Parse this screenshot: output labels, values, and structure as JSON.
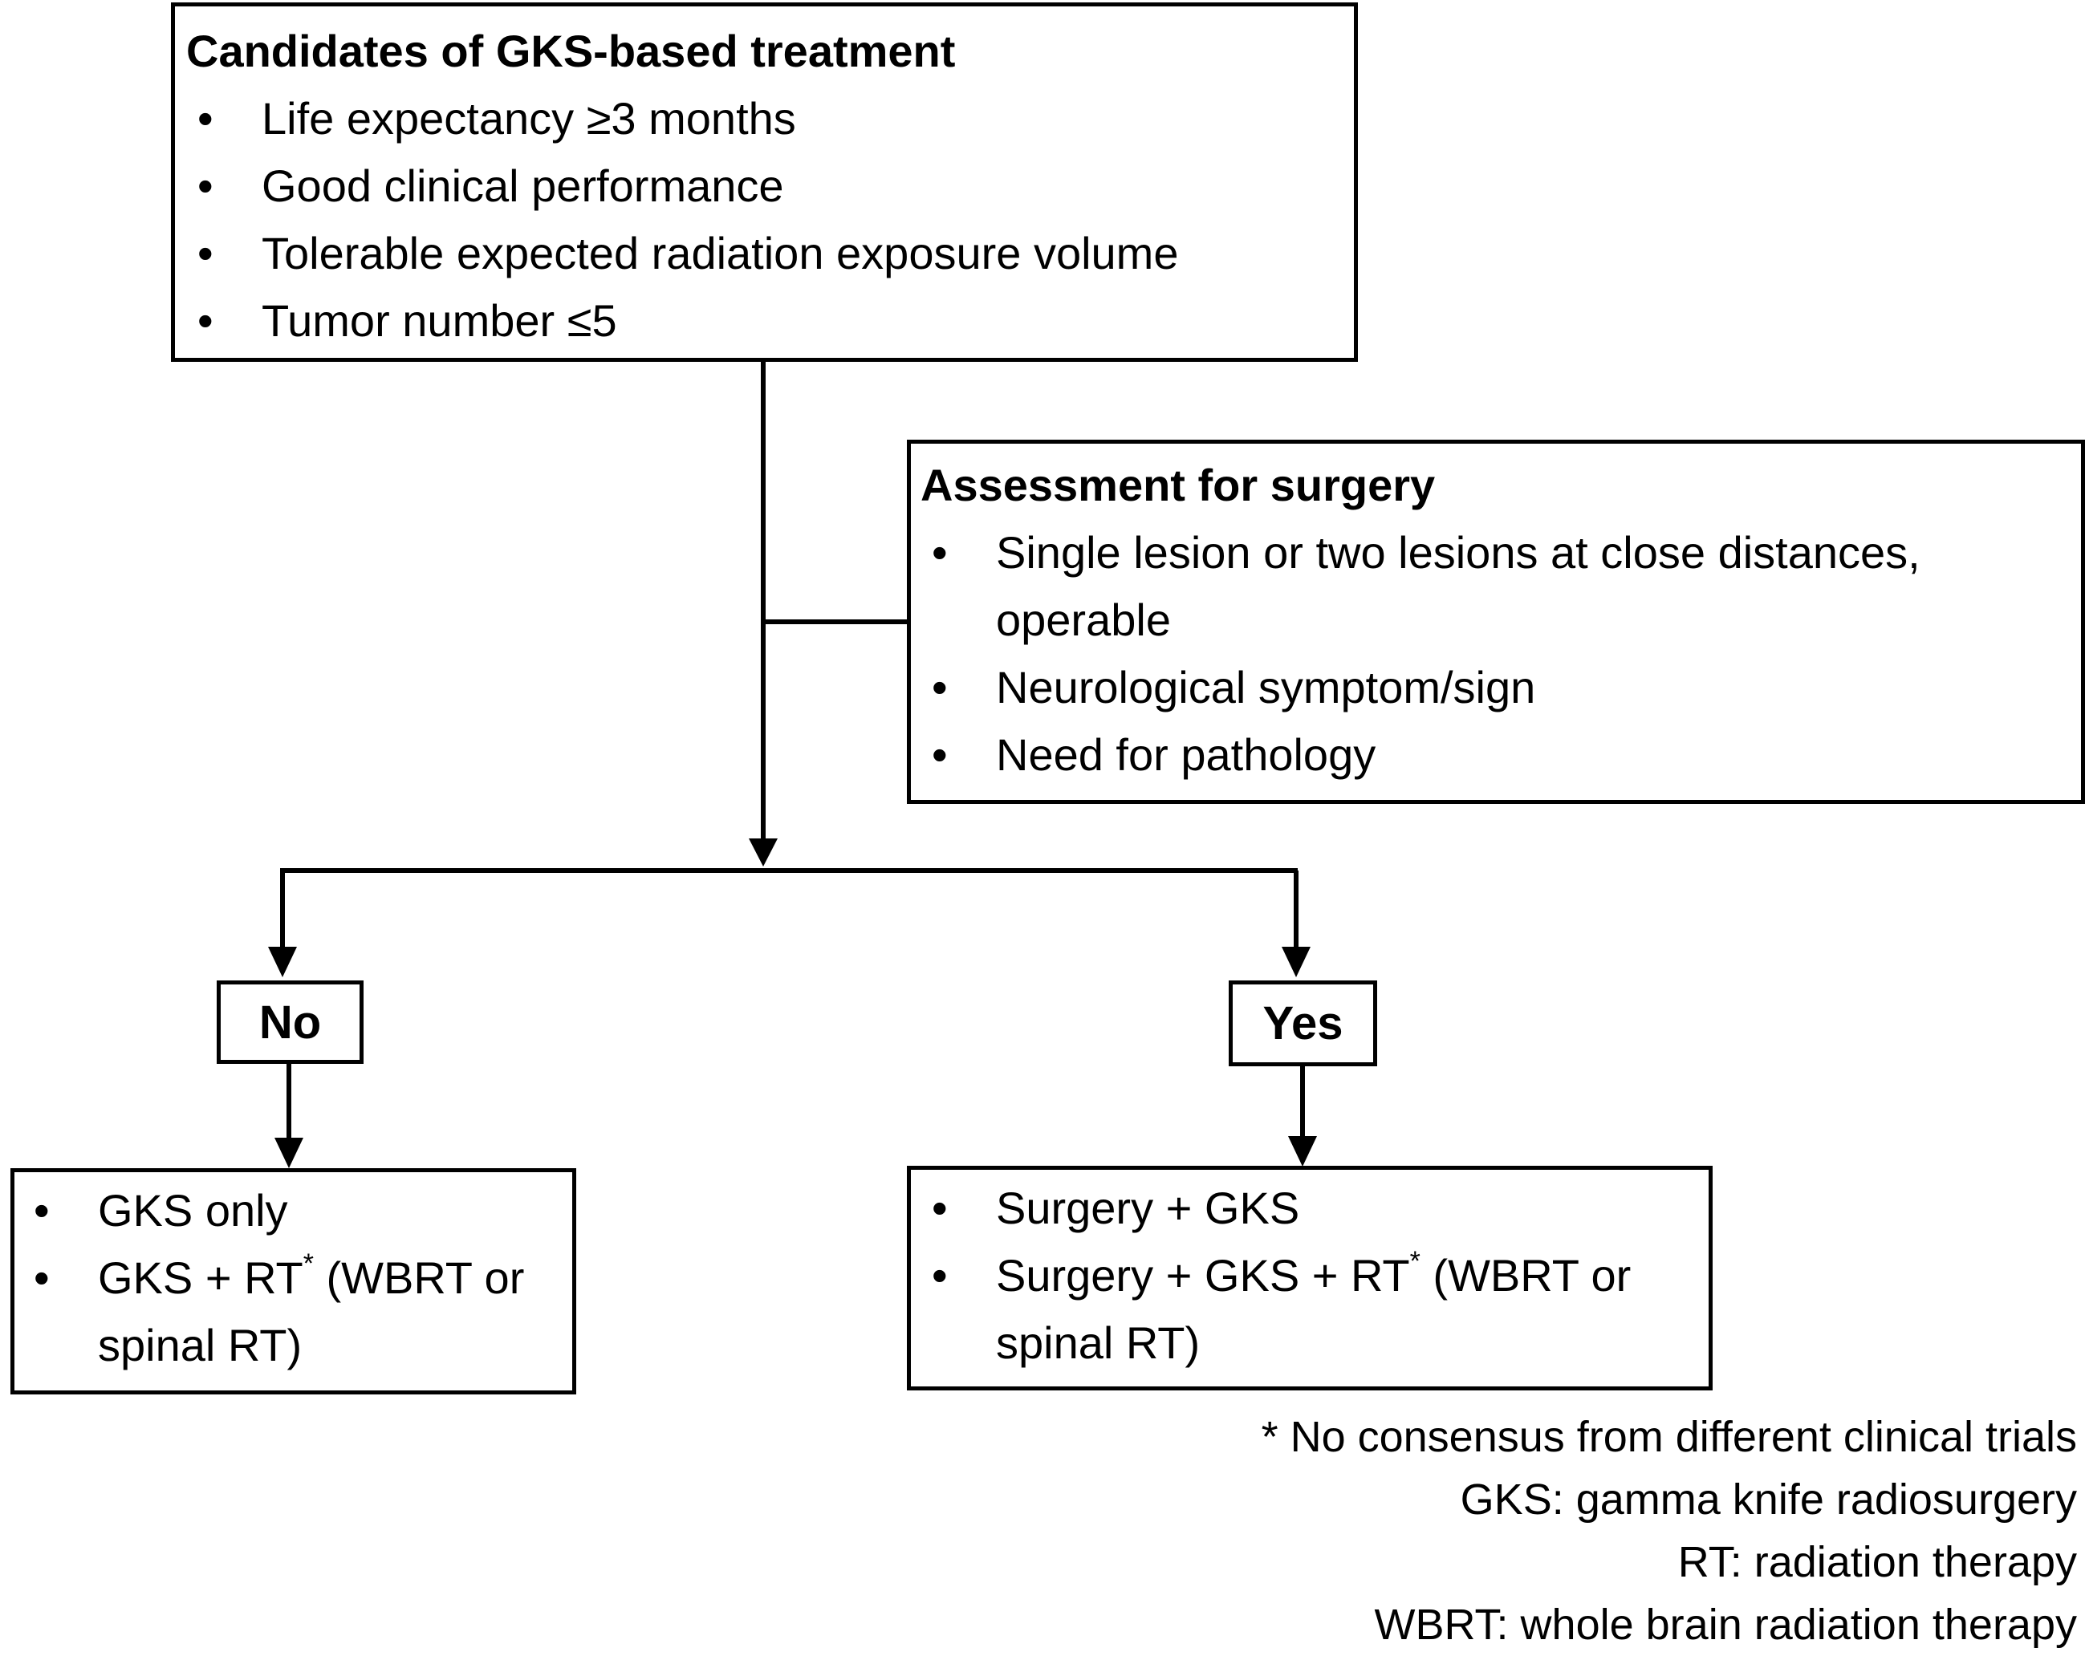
{
  "candidates": {
    "title": "Candidates of GKS-based treatment",
    "items": [
      "Life expectancy ≥3 months",
      "Good clinical performance",
      "Tolerable expected radiation exposure volume",
      "Tumor number ≤5"
    ]
  },
  "assessment": {
    "title": "Assessment for surgery",
    "items": [
      "Single lesion or two lesions at close distances,",
      "operable",
      "Neurological symptom/sign",
      "Need for pathology"
    ]
  },
  "branches": {
    "no_label": "No",
    "yes_label": "Yes"
  },
  "outcome_no": {
    "item1": "GKS only",
    "item2_main": "GKS + RT",
    "item2_sup": "*",
    "item2_rest": " (WBRT or",
    "item2_line2": "spinal RT)"
  },
  "outcome_yes": {
    "item1": "Surgery + GKS",
    "item2_main": "Surgery + GKS + RT",
    "item2_sup": "*",
    "item2_rest": " (WBRT or",
    "item2_line2": "spinal RT)"
  },
  "legend": [
    "* No consensus from different clinical trials",
    "GKS: gamma knife radiosurgery",
    "RT: radiation therapy",
    "WBRT: whole brain radiation therapy"
  ]
}
